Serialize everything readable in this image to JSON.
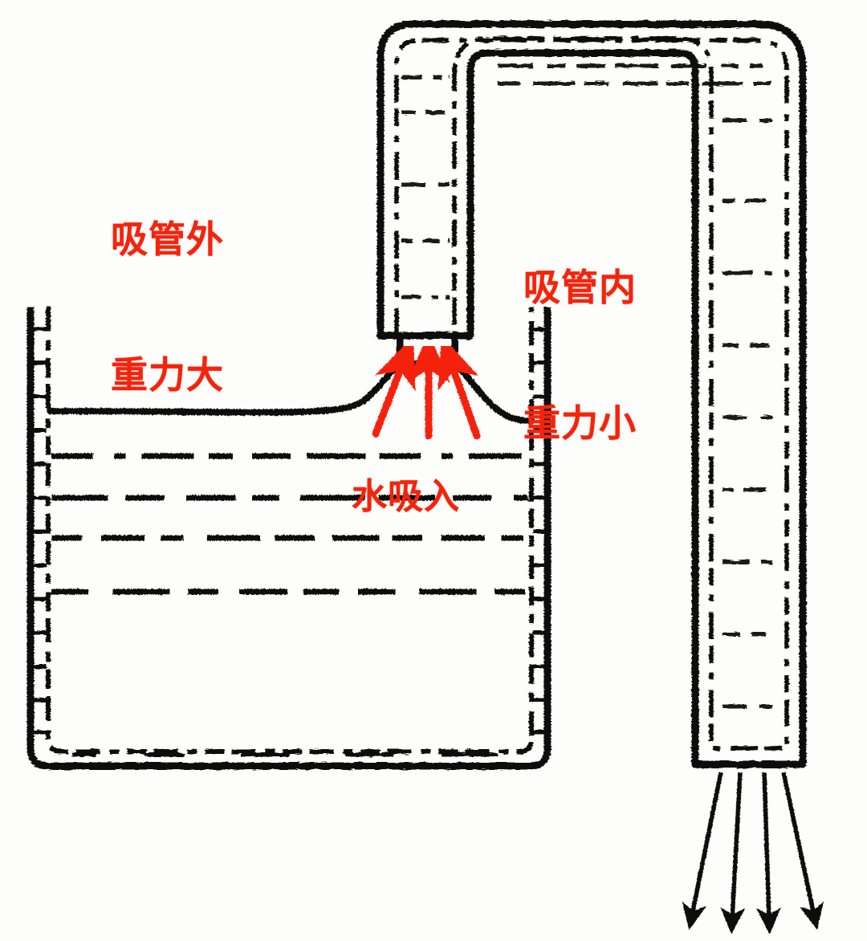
{
  "diagram": {
    "title": "吸管喷雾原理图",
    "type": "physics-illustration",
    "subject": "Venturi / siphon sprayer cross-section",
    "background_color": "#fdfdfc",
    "ink_color": "#101010",
    "annotation_color": "#f4240c"
  },
  "annotations": {
    "outside_label": {
      "line1": "吸管外",
      "line2": "重力大",
      "meaning": "outside-the-straw pressure is large",
      "color": "#f4240c",
      "arrow": "arrow-left"
    },
    "inside_label": {
      "line1": "吸管内",
      "line2": "重力小",
      "meaning": "inside-the-straw pressure is small",
      "color": "#f4240c",
      "arrow": "arrow-down"
    },
    "suck_label": {
      "text": "水吸入",
      "meaning": "water is sucked in",
      "color": "#f4240c",
      "arrow": "three-arrows-up"
    }
  },
  "flow_markers": {
    "left_tube_arrow": "up",
    "right_tube_arrow": "down",
    "outlet_spray_arrows": 4,
    "intake_arrows": 3
  },
  "water": {
    "surface_label": "water surface",
    "level_lines": 4,
    "style": "dashed"
  },
  "parts": {
    "container": "open water reservoir",
    "siphon_tube": "inverted-U straw",
    "neck": "venturi throat",
    "outlet": "spray nozzle"
  }
}
